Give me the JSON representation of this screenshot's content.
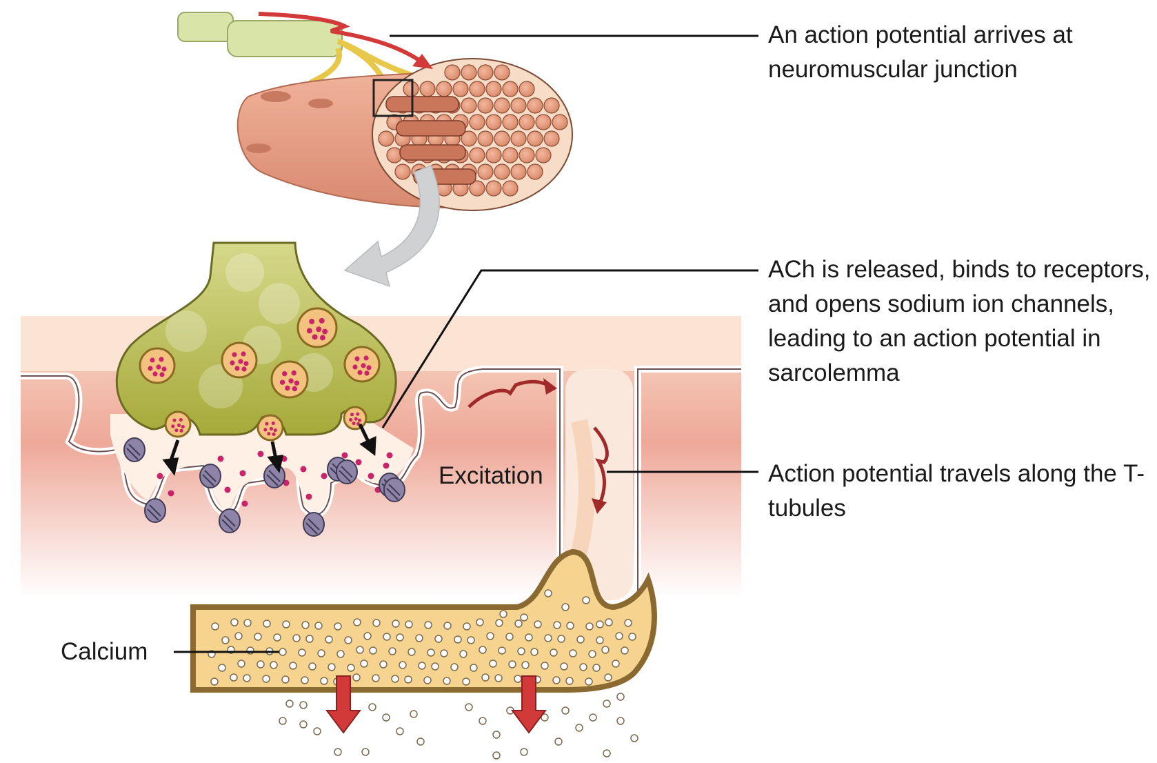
{
  "labels": {
    "action_potential_arrives": "An action potential arrives at neuromuscular junction",
    "ach_released": "ACh is released, binds to receptors, and opens sodium ion channels, leading to an action potential in sarcolemma",
    "ap_travels": "Action potential travels along the T-tubules",
    "excitation": "Excitation",
    "calcium": "Calcium"
  },
  "colors": {
    "nerve": "#d8e4a8",
    "muscle": "#e8a088",
    "terminal": "#b5b845",
    "vesicle_dot": "#c8246a",
    "receptor": "#8e84a8",
    "sarcoplasm": "#f0b0a0",
    "sr_fill": "#f6d490",
    "sr_border": "#8a6a30",
    "arrow_red": "#d23a3a",
    "arrow_gray": "#c8cacc"
  }
}
